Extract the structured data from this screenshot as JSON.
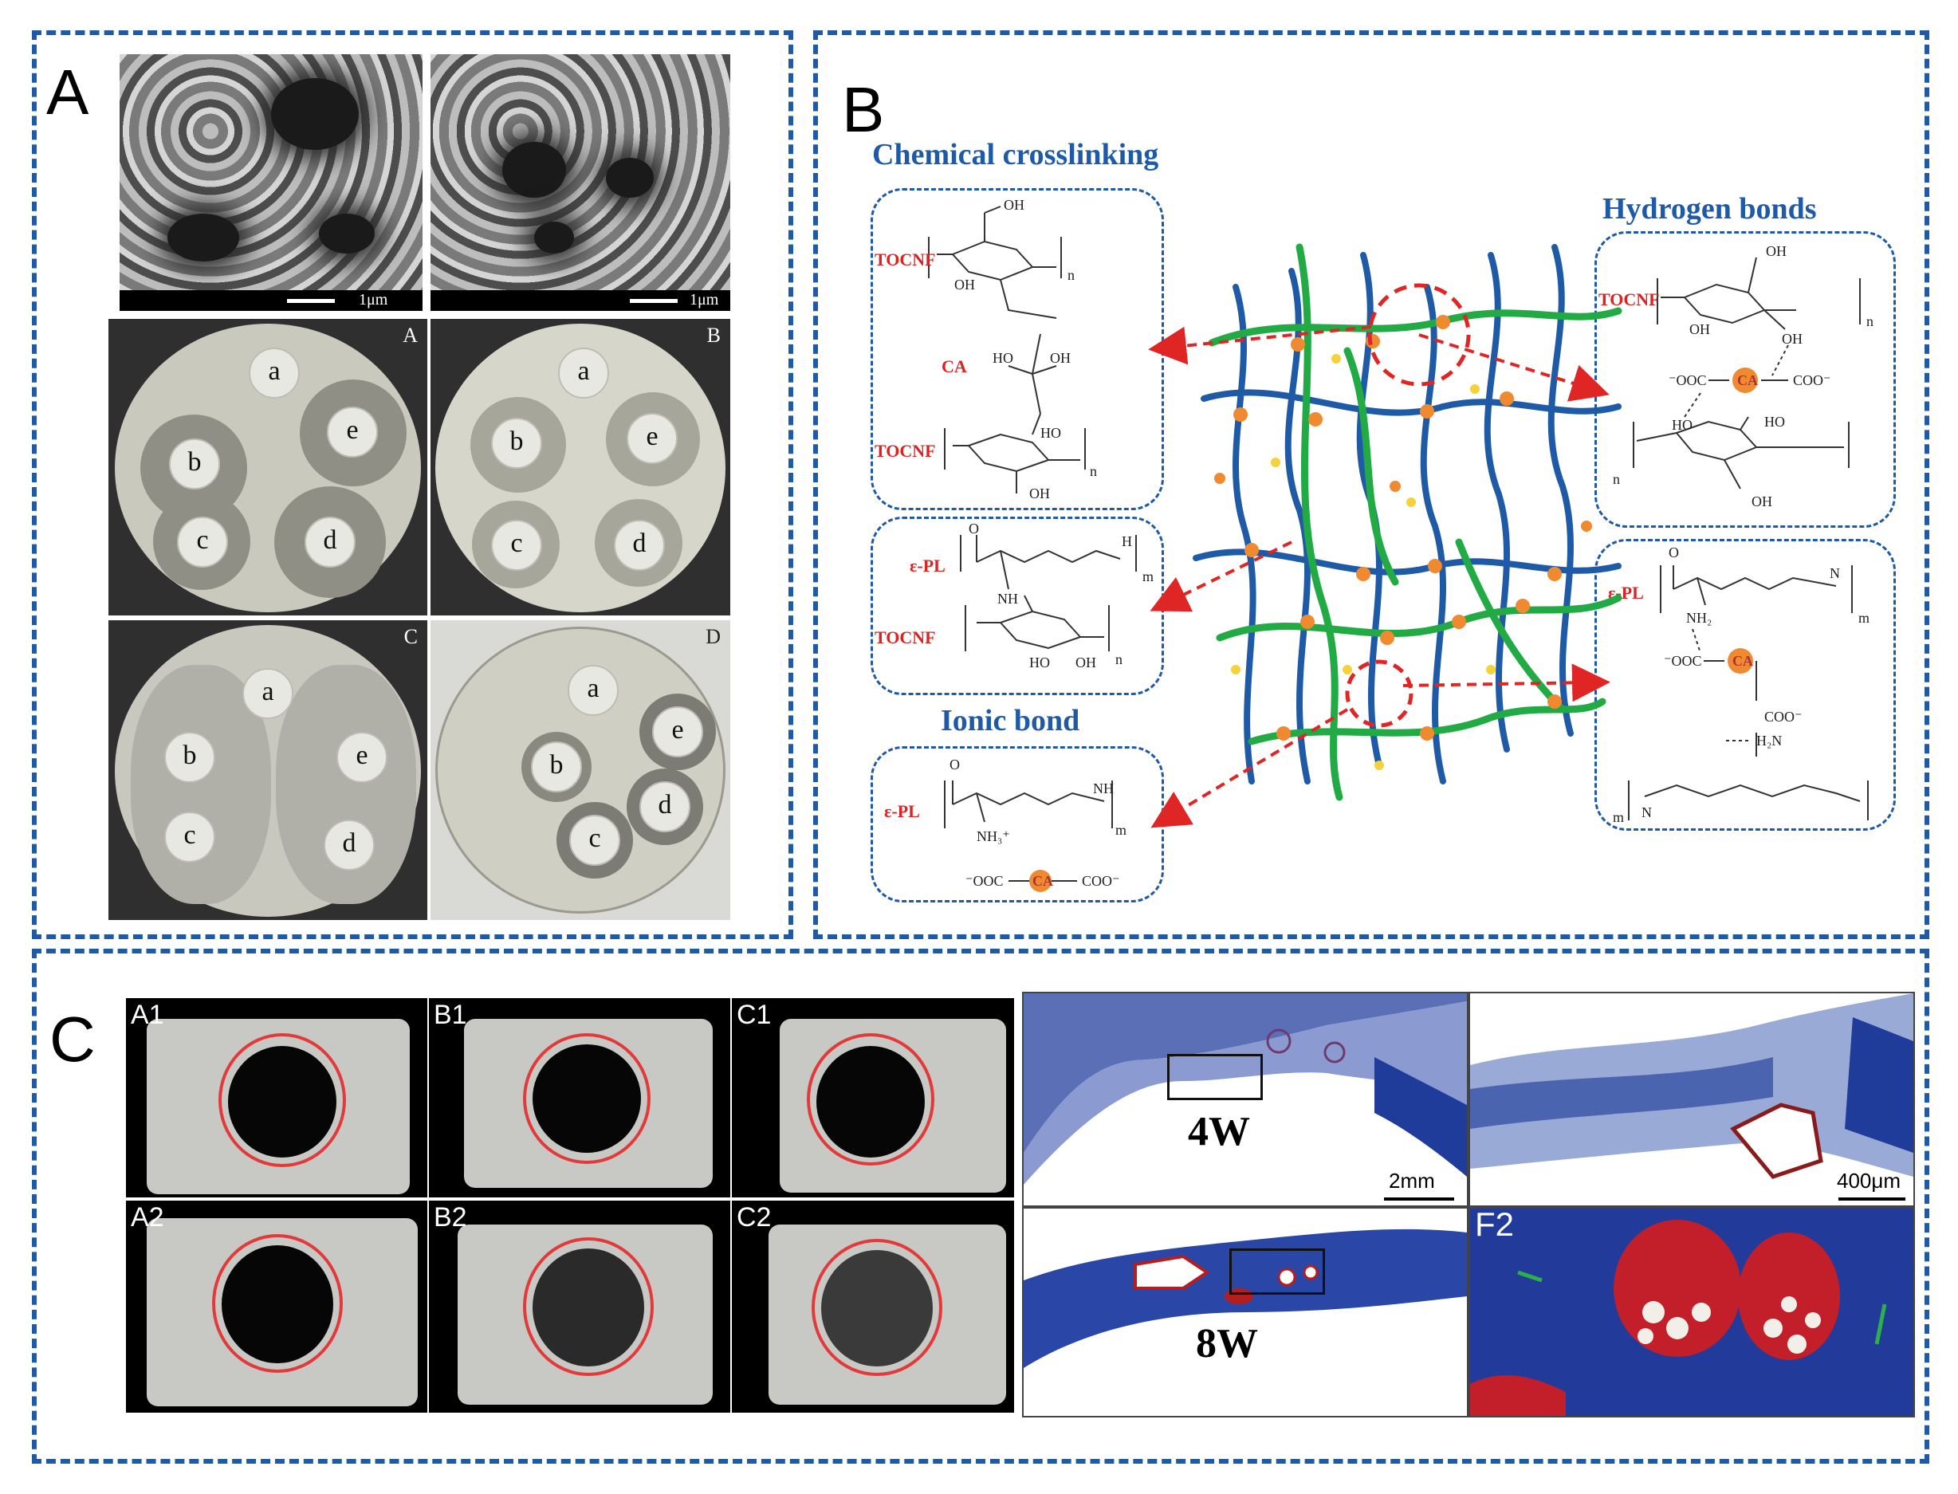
{
  "panels": {
    "A": {
      "letter": "A"
    },
    "B": {
      "letter": "B"
    },
    "C": {
      "letter": "C"
    }
  },
  "panelA": {
    "sem_scale_1": "1μm",
    "sem_scale_2": "1μm",
    "plates": [
      {
        "corner": "A",
        "discs": [
          "a",
          "b",
          "c",
          "d",
          "e"
        ]
      },
      {
        "corner": "B",
        "discs": [
          "a",
          "b",
          "c",
          "d",
          "e"
        ]
      },
      {
        "corner": "C",
        "discs": [
          "a",
          "b",
          "c",
          "d",
          "e"
        ]
      },
      {
        "corner": "D",
        "discs": [
          "a",
          "b",
          "c",
          "d",
          "e"
        ]
      }
    ]
  },
  "panelB": {
    "chemical_title": "Chemical crosslinking",
    "hydrogen_title": "Hydrogen bonds",
    "ionic_title": "Ionic bond",
    "labels": {
      "tocnf": "TOCNF",
      "ca": "CA",
      "epl": "ε-PL",
      "oh": "OH",
      "ho": "HO",
      "o": "O",
      "nh": "NH",
      "h": "H",
      "n": "N",
      "n_sub": "n",
      "m_sub": "m",
      "nh3": "NH₃⁺",
      "nh2": "NH₂",
      "h2n": "H₂N",
      "ooc": "⁻OOC",
      "coo": "COO⁻"
    }
  },
  "panelC": {
    "ct_labels": [
      "A1",
      "B1",
      "C1",
      "A2",
      "B2",
      "C2"
    ],
    "hist_4w": "4W",
    "hist_8w": "8W",
    "scale_2mm": "2mm",
    "scale_400um": "400μm",
    "f2_label": "F2"
  },
  "colors": {
    "frame": "#1f5aa6",
    "title_blue": "#1f5aa6",
    "chem_red": "#dd2222",
    "fiber_blue": "#1f5aa6",
    "fiber_green": "#22aa44",
    "node_orange": "#f08a30",
    "ring_red": "#e23a3a"
  }
}
